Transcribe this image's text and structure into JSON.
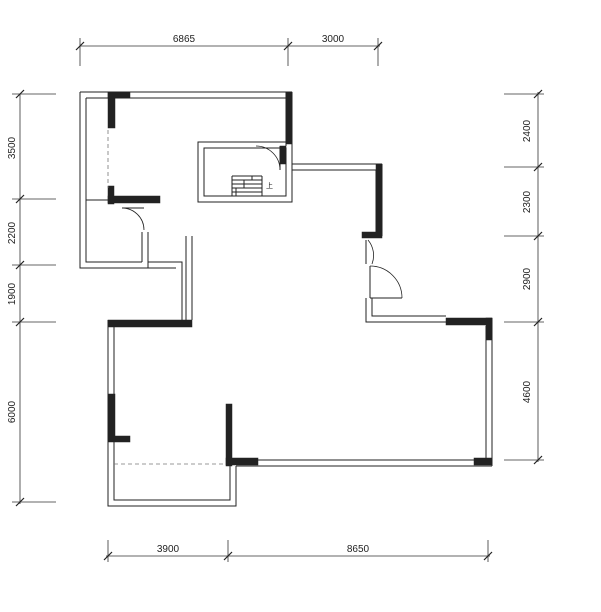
{
  "dimensions": {
    "top": [
      "6865",
      "3000"
    ],
    "bottom": [
      "3900",
      "8650"
    ],
    "left": [
      "3500",
      "2200",
      "1900",
      "6000"
    ],
    "right": [
      "2400",
      "2300",
      "2900",
      "4600"
    ]
  },
  "stair_label": "上"
}
